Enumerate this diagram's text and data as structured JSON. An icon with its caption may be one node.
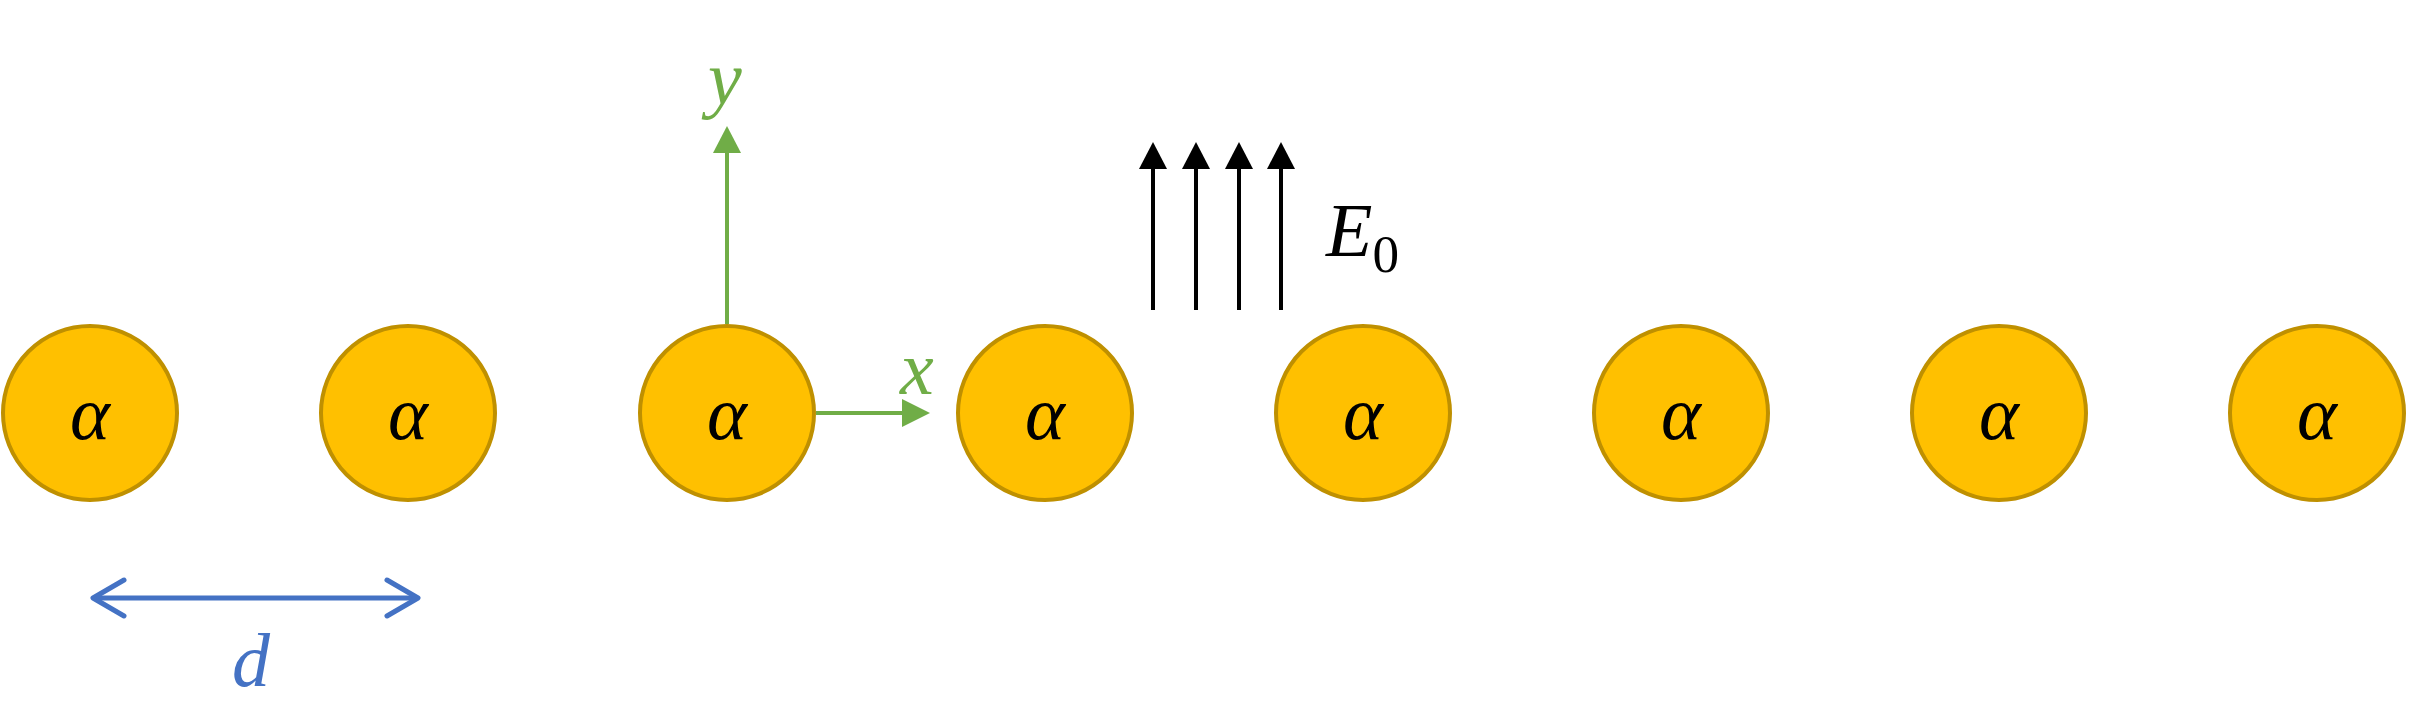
{
  "diagram": {
    "nodes": [
      {
        "text": [
          "α"
        ]
      },
      {
        "text": [
          "α"
        ]
      },
      {
        "text": [
          "α"
        ]
      },
      {
        "text": [
          "α"
        ]
      },
      {
        "text": [
          "α"
        ]
      },
      {
        "text": [
          "α"
        ]
      },
      {
        "text": [
          "α"
        ]
      },
      {
        "text": [
          "α"
        ]
      }
    ],
    "labels": [
      "y",
      "E$_{0}$",
      "x",
      "d"
    ]
  }
}
